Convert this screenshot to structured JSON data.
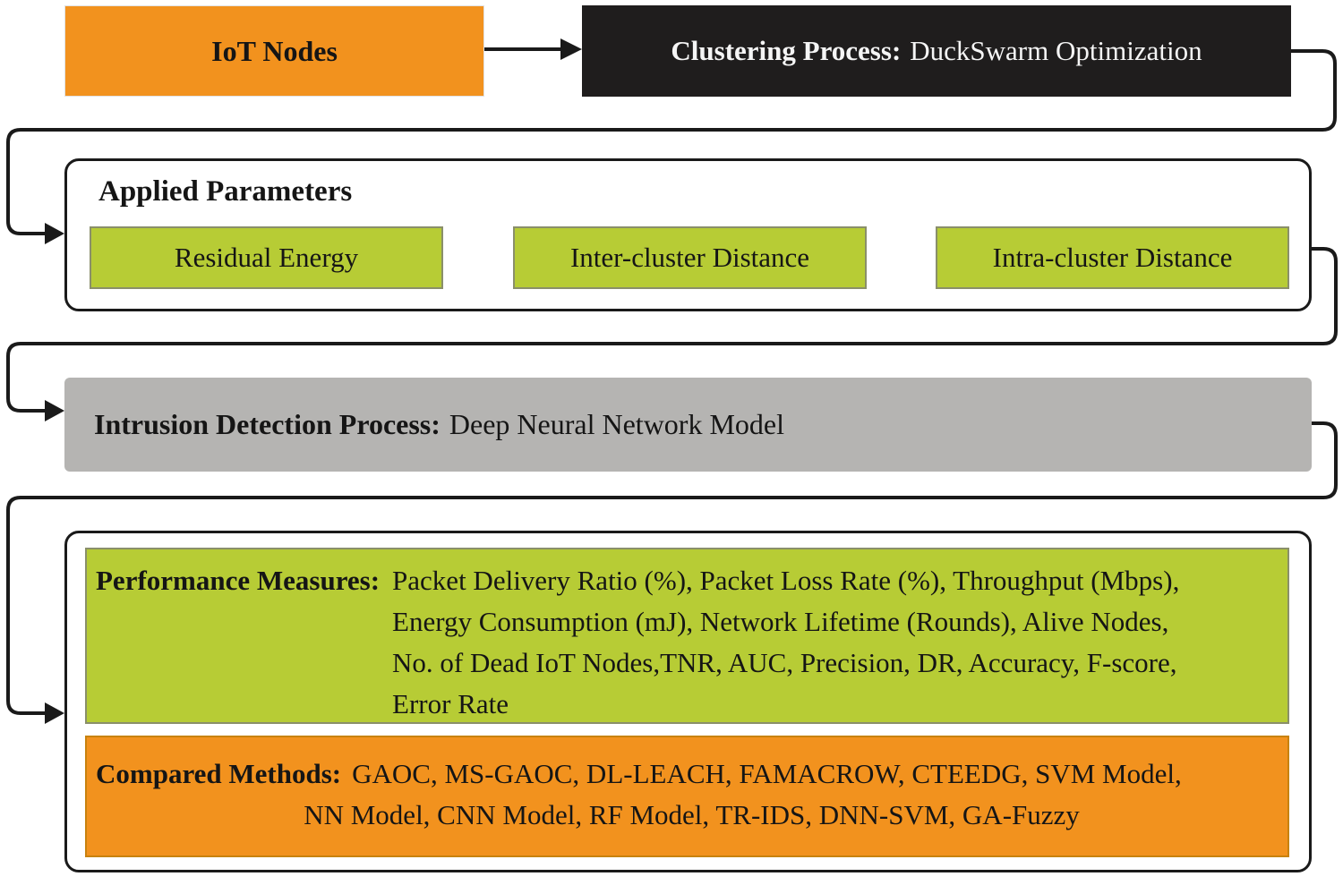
{
  "colors": {
    "orange": "#F2921E",
    "green": "#B7CC35",
    "gray": "#B5B4B2",
    "black_box": "#1F1D1D",
    "connector": "#1a1a1a"
  },
  "top": {
    "iot_label": "IoT Nodes",
    "clustering_label_bold": "Clustering Process:",
    "clustering_label_rest": "DuckSwarm Optimization"
  },
  "applied_parameters": {
    "title": "Applied Parameters",
    "items": [
      {
        "label": "Residual Energy"
      },
      {
        "label": "Inter-cluster Distance"
      },
      {
        "label": "Intra-cluster Distance"
      }
    ]
  },
  "intrusion": {
    "label_bold": "Intrusion Detection Process:",
    "label_rest": "Deep Neural Network Model"
  },
  "performance": {
    "label": "Performance Measures:",
    "lines": [
      "Packet Delivery Ratio (%), Packet Loss Rate (%), Throughput (Mbps),",
      "Energy Consumption (mJ), Network Lifetime (Rounds), Alive Nodes,",
      "No. of Dead IoT Nodes,TNR, AUC, Precision, DR, Accuracy, F-score,",
      "Error Rate"
    ]
  },
  "compared": {
    "label": "Compared Methods:",
    "lines": [
      "GAOC, MS-GAOC, DL-LEACH, FAMACROW, CTEEDG, SVM Model,",
      "NN Model, CNN Model, RF Model, TR-IDS, DNN-SVM, GA-Fuzzy"
    ]
  }
}
